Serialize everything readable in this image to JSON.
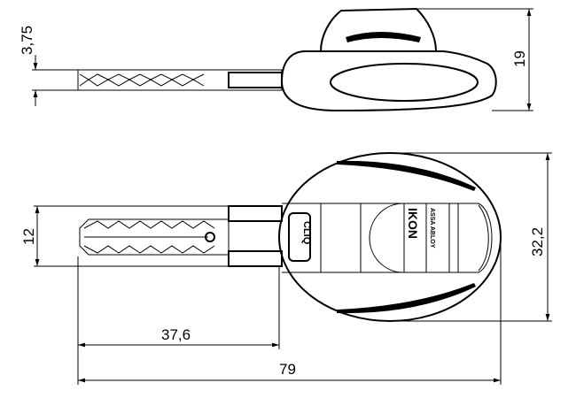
{
  "dimensions": {
    "blade_thickness": "3,75",
    "head_height": "19",
    "blade_width": "12",
    "head_width": "32,2",
    "blade_length": "37,6",
    "total_length": "79"
  },
  "logos": {
    "brand": "CLIQ",
    "product": "IKON",
    "manufacturer": "ASSA ABLOY"
  },
  "colors": {
    "line": "#000000",
    "background": "#ffffff"
  }
}
